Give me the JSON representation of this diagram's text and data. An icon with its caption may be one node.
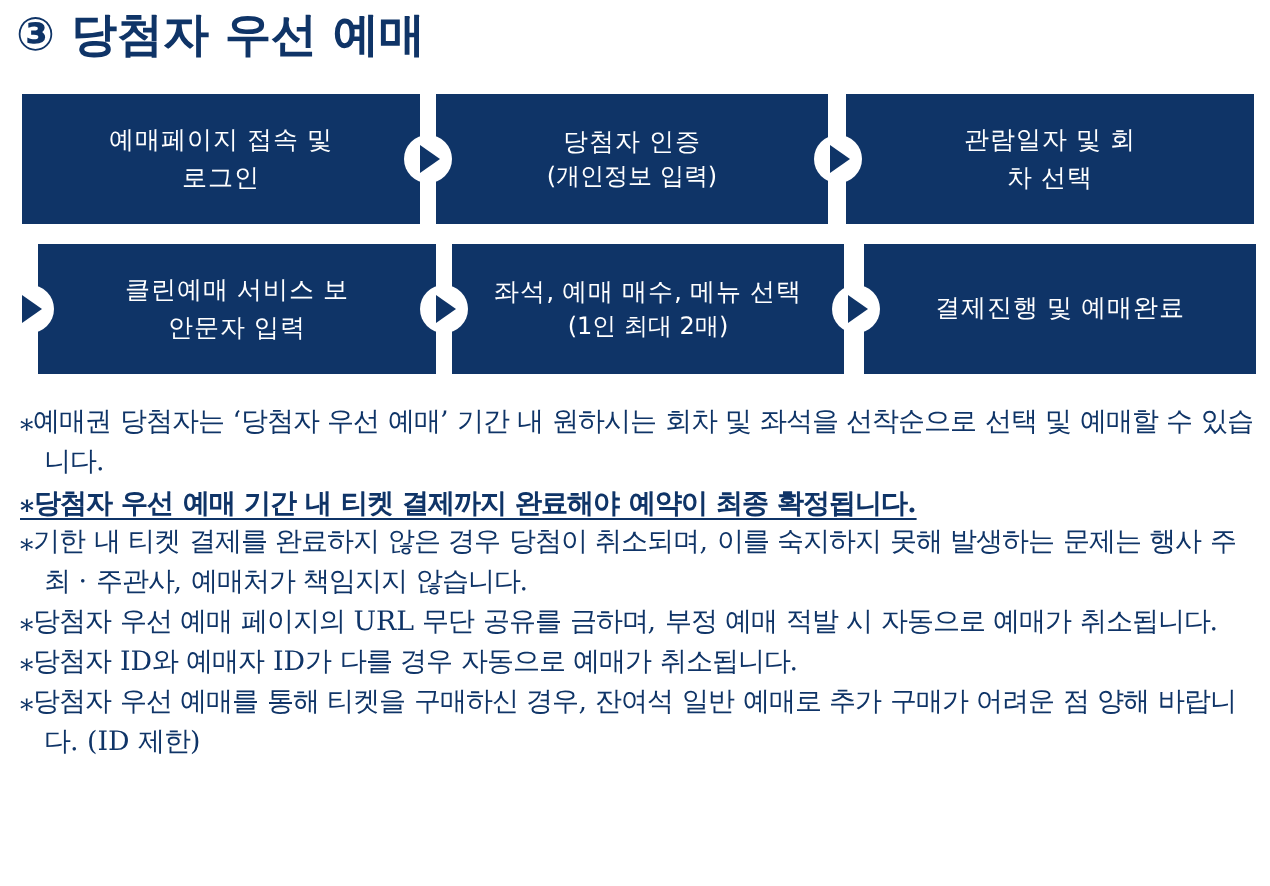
{
  "diagram": {
    "title": "③ 당첨자 우선 예매",
    "nodes": [
      {
        "text": [
          "예매페이지 접속 및 로그인"
        ]
      },
      {
        "text": [
          "당첨자 인증",
          "(개인정보 입력)"
        ]
      },
      {
        "text": [
          "관람일자 및 회차 선택"
        ]
      },
      {
        "text": [
          "클린예매 서비스 보안문자 입력"
        ]
      },
      {
        "text": [
          "좌석, 예매 매수, 메뉴 선택",
          "(1인 최대 2매)"
        ]
      },
      {
        "text": [
          "결제진행 및 예매완료"
        ]
      }
    ],
    "edges": [
      {
        "from": 0,
        "to": 1,
        "arrow": "to"
      },
      {
        "from": 1,
        "to": 2,
        "arrow": "to"
      },
      {
        "from": null,
        "to": 3,
        "arrow": "to"
      },
      {
        "from": 3,
        "to": 4,
        "arrow": "to"
      },
      {
        "from": 4,
        "to": 5,
        "arrow": "to"
      }
    ],
    "labels": [
      "⁎예매권 당첨자는 ‘당첨자 우선 예매’ 기간 내 원하시는 회차 및 좌석을 선착순으로 선택 및 예매할 수 있습니다.",
      "⁎당첨자 우선 예매 기간 내 티켓 결제까지 완료해야 예약이 최종 확정됩니다.",
      "⁎기한 내 티켓 결제를 완료하지 않은 경우 당첨이 취소되며, 이를 숙지하지 못해 발생하는 문제는 행사 주최 · 주관사, 예매처가 책임지지 않습니다.",
      "⁎당첨자 우선 예매 페이지의 URL 무단 공유를 금하며, 부정 예매 적발 시 자동으로 예매가 취소됩니다.",
      "⁎당첨자 ID와 예매자 ID가 다를 경우 자동으로 예매가 취소됩니다.",
      "⁎당첨자 우선 예매를 통해 티켓을 구매하신 경우, 잔여석 일반 예매로 추가 구매가 어려운 점 양해 바랍니다. (ID 제한)"
    ]
  }
}
